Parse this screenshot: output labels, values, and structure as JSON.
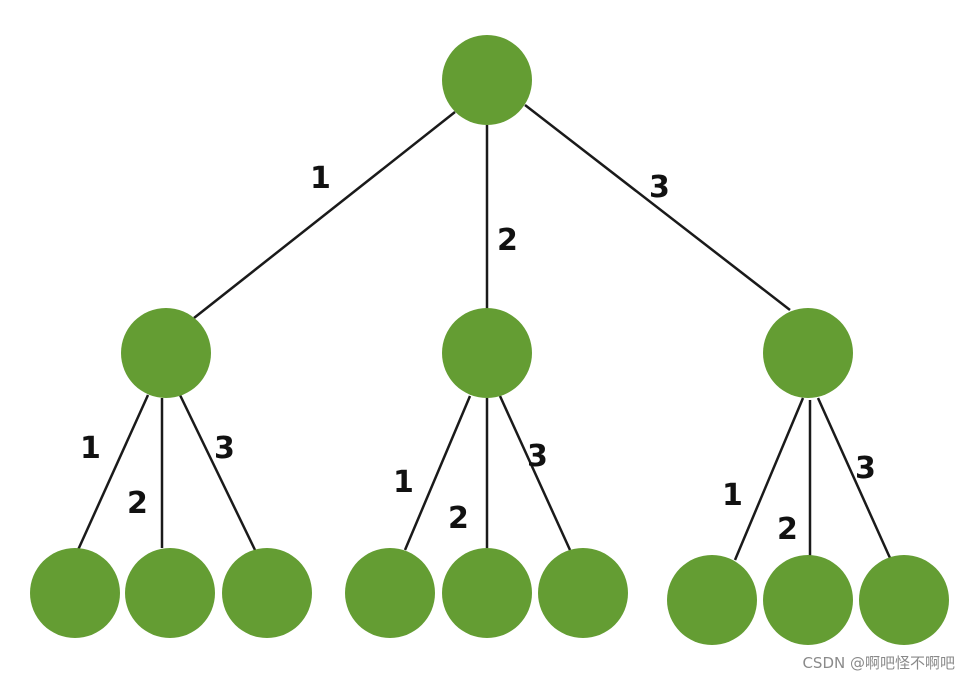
{
  "colors": {
    "node": "#649d33",
    "edge": "#1a1a1a",
    "label": "#111111"
  },
  "edges": [
    {
      "label": "1"
    },
    {
      "label": "2"
    },
    {
      "label": "3"
    },
    {
      "label": "1"
    },
    {
      "label": "2"
    },
    {
      "label": "3"
    },
    {
      "label": "1"
    },
    {
      "label": "2"
    },
    {
      "label": "3"
    },
    {
      "label": "1"
    },
    {
      "label": "2"
    },
    {
      "label": "3"
    }
  ],
  "watermark": "CSDN @啊吧怪不啊吧"
}
